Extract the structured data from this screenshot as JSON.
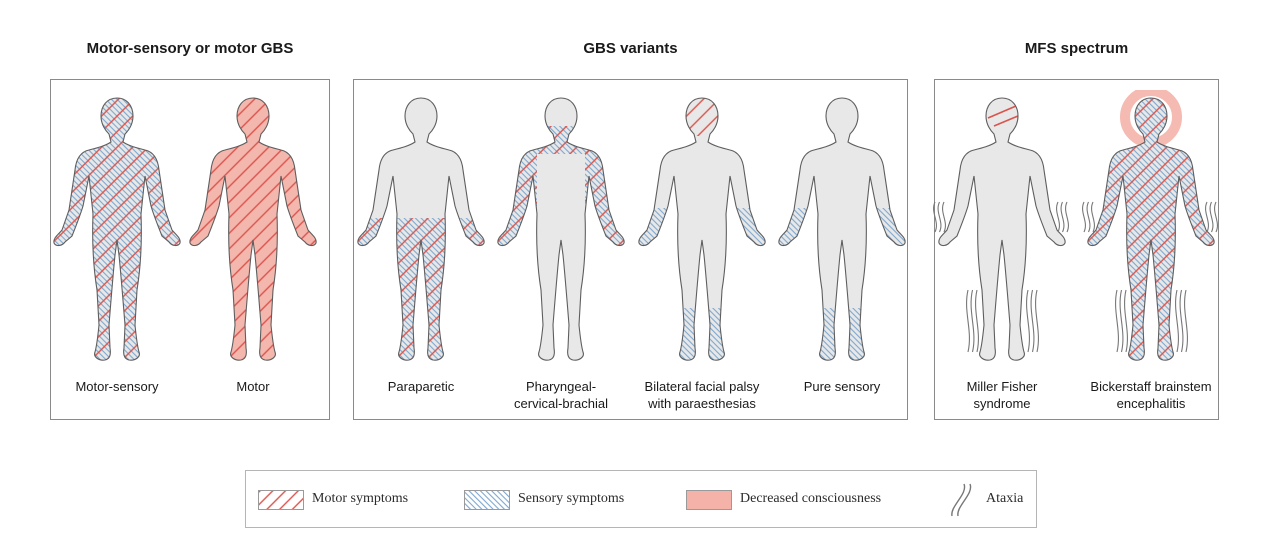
{
  "sections": [
    {
      "title": "Motor-sensory or motor GBS"
    },
    {
      "title": "GBS variants"
    },
    {
      "title": "MFS spectrum"
    }
  ],
  "figures": [
    {
      "label": "Motor-sensory",
      "pattern": "both-full"
    },
    {
      "label": "Motor",
      "pattern": "motor-full"
    },
    {
      "label": "Paraparetic",
      "pattern": "both-legs"
    },
    {
      "label": "Pharyngeal-\ncervical-brachial",
      "pattern": "both-arms-neck"
    },
    {
      "label": "Bilateral facial palsy\nwith paraesthesias",
      "pattern": "facial-paraesthesia"
    },
    {
      "label": "Pure sensory",
      "pattern": "sensory-distal"
    },
    {
      "label": "Miller Fisher\nsyndrome",
      "pattern": "miller-fisher"
    },
    {
      "label": "Bickerstaff brainstem\nencephalitis",
      "pattern": "bickerstaff"
    }
  ],
  "legend": {
    "motor": "Motor symptoms",
    "sensory": "Sensory symptoms",
    "consciousness": "Decreased consciousness",
    "ataxia": "Ataxia"
  },
  "colors": {
    "motor": "#d9544d",
    "sensory": "#7ea7cf",
    "body_fill": "#e8e8e8",
    "body_outline": "#5e5e5e",
    "motor_solid": "#f4b7ae",
    "consciousness": "#f4b2a8",
    "ataxia": "#777777",
    "panel_border": "#8a8a8a"
  }
}
